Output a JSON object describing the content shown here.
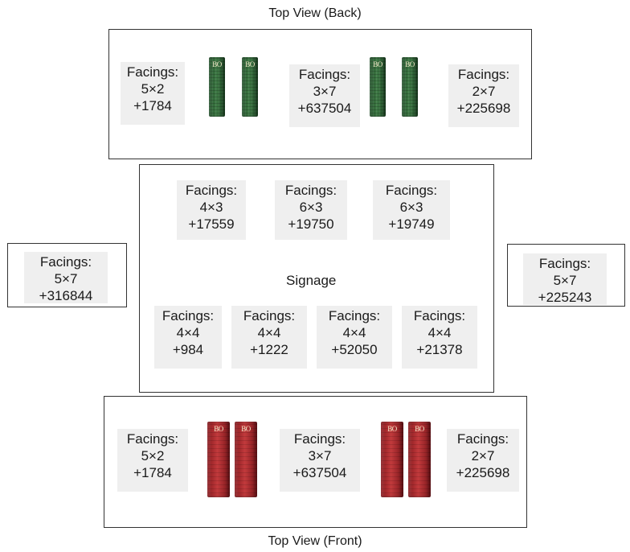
{
  "captions": {
    "top": "Top View (Back)",
    "bottom": "Top View (Front)",
    "signage": "Signage"
  },
  "back": {
    "tags": [
      {
        "label": "Facings:",
        "dims": "5×2",
        "id": "+1784"
      },
      {
        "label": "Facings:",
        "dims": "3×7",
        "id": "+637504"
      },
      {
        "label": "Facings:",
        "dims": "2×7",
        "id": "+225698"
      }
    ],
    "can_logo": "BO"
  },
  "center": {
    "top_tags": [
      {
        "label": "Facings:",
        "dims": "4×3",
        "id": "+17559"
      },
      {
        "label": "Facings:",
        "dims": "6×3",
        "id": "+19750"
      },
      {
        "label": "Facings:",
        "dims": "6×3",
        "id": "+19749"
      }
    ],
    "bottom_tags": [
      {
        "label": "Facings:",
        "dims": "4×4",
        "id": "+984"
      },
      {
        "label": "Facings:",
        "dims": "4×4",
        "id": "+1222"
      },
      {
        "label": "Facings:",
        "dims": "4×4",
        "id": "+52050"
      },
      {
        "label": "Facings:",
        "dims": "4×4",
        "id": "+21378"
      }
    ]
  },
  "left": {
    "label": "Facings:",
    "dims": "5×7",
    "id": "+316844"
  },
  "right": {
    "label": "Facings:",
    "dims": "5×7",
    "id": "+225243"
  },
  "front": {
    "tags": [
      {
        "label": "Facings:",
        "dims": "5×2",
        "id": "+1784"
      },
      {
        "label": "Facings:",
        "dims": "3×7",
        "id": "+637504"
      },
      {
        "label": "Facings:",
        "dims": "2×7",
        "id": "+225698"
      }
    ],
    "can_logo": "BO"
  },
  "colors": {
    "green_product": "#2f6a37",
    "red_product": "#b02a30",
    "tag_bg": "#efefef"
  }
}
